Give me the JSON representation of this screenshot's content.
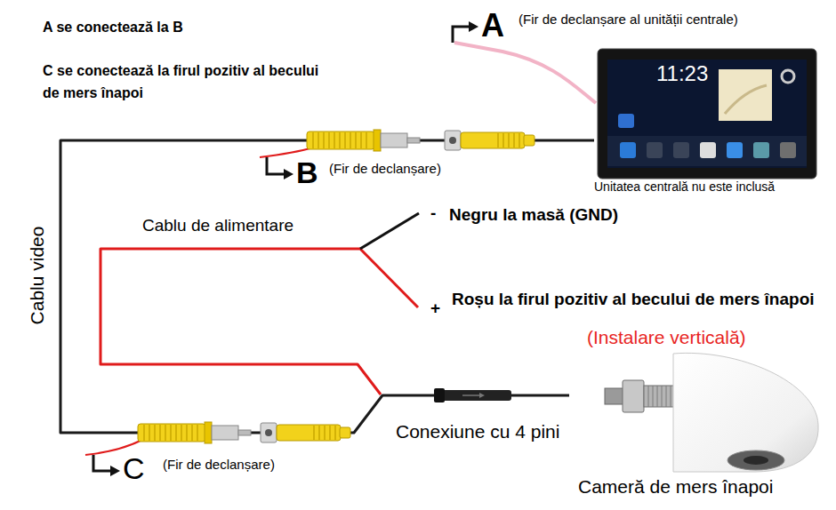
{
  "diagram": {
    "nodes": [
      {
        "text": [
          "11:23",
          "Unitatea centrală nu este inclusă"
        ]
      },
      {
        "text": [
          "Cameră de mers înapoi"
        ]
      }
    ],
    "edges": [
      {
        "from": 1,
        "to": 0,
        "arrow": "none",
        "label": "Cablu video"
      }
    ],
    "labels": [
      "A se conectează la B",
      "A",
      "(Fir de declanșare al unității centrale)",
      "C se conectează la firul pozitiv al becului de mers înapoi",
      "B",
      "(Fir de declanșare)",
      "Cablu de alimentare",
      "-",
      "Negru la masă (GND)",
      "+",
      "Roșu la firul pozitiv al becului de mers înapoi",
      "(Instalare verticală)",
      "Conexiune cu 4 pini",
      "C",
      "(Fir de declanșare)"
    ]
  }
}
